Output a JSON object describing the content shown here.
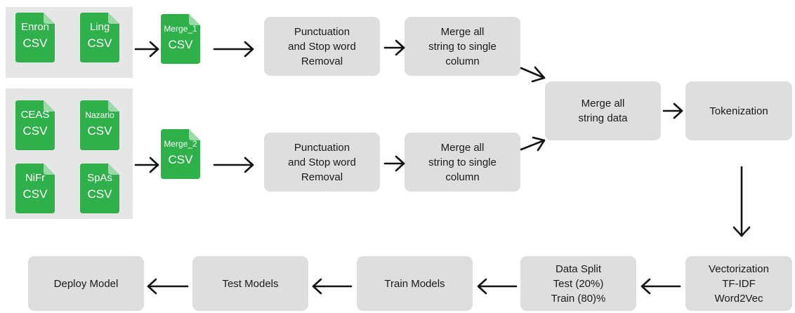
{
  "files": {
    "enron": {
      "name": "Enron",
      "ext": "CSV"
    },
    "ling": {
      "name": "Ling",
      "ext": "CSV"
    },
    "merge1": {
      "name": "Merge_1",
      "ext": "CSV"
    },
    "ceas": {
      "name": "CEAS",
      "ext": "CSV"
    },
    "nazario": {
      "name": "Nazario",
      "ext": "CSV"
    },
    "nifr": {
      "name": "NiFr",
      "ext": "CSV"
    },
    "spas": {
      "name": "SpAs",
      "ext": "CSV"
    },
    "merge2": {
      "name": "Merge_2",
      "ext": "CSV"
    }
  },
  "steps": {
    "punct1": "Punctuation\nand Stop word\nRemoval",
    "mergecol1": "Merge all\nstring to single\ncolumn",
    "punct2": "Punctuation\nand Stop word\nRemoval",
    "mergecol2": "Merge all\nstring to single\ncolumn",
    "merge_data": "Merge all\nstring data",
    "tokenization": "Tokenization",
    "vectorization": "Vectorization\nTF-IDF\nWord2Vec",
    "data_split": "Data Split\nTest (20%)\nTrain (80)%",
    "train": "Train Models",
    "test": "Test Models",
    "deploy": "Deploy Model"
  },
  "colors": {
    "file_fill": "#2fb04a",
    "file_fold": "#9bd9a8",
    "group_bg": "#e6e6e6",
    "box_bg": "#dedede"
  }
}
